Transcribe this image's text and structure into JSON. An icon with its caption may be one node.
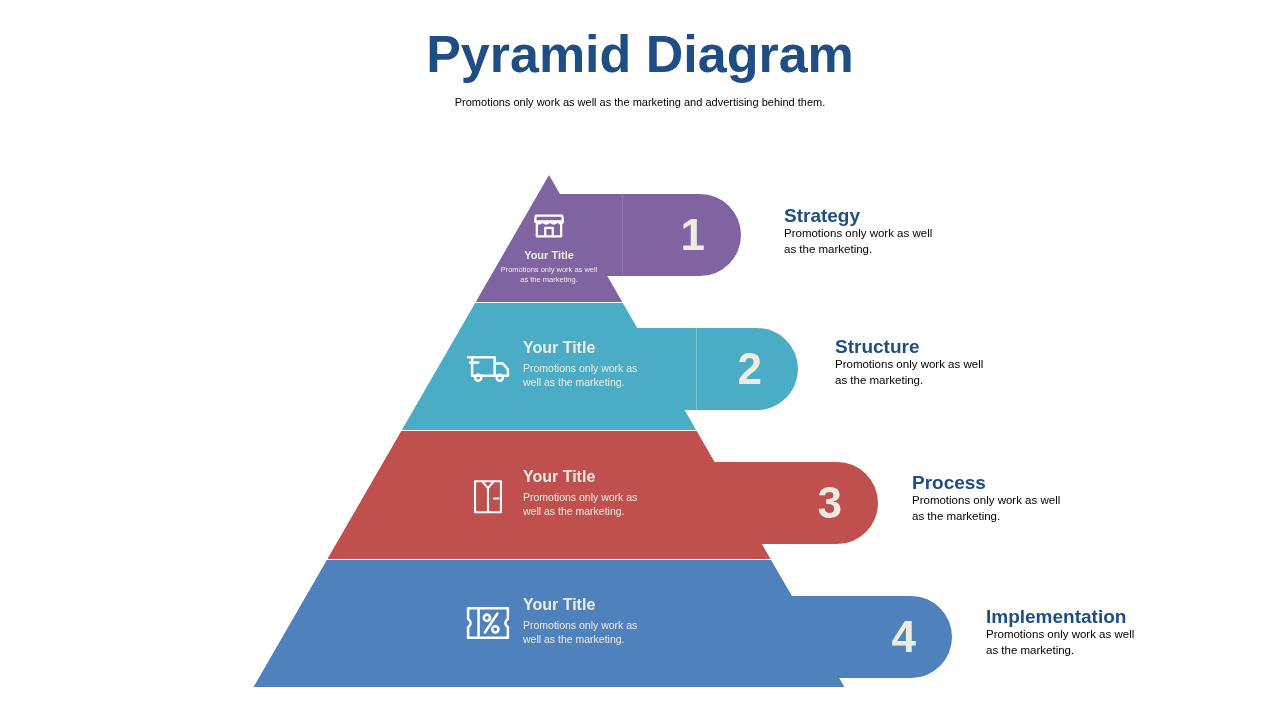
{
  "diagram": {
    "title": "Pyramid Diagram",
    "nodes": [
      {
        "text": [
          "Your Title",
          "Promotions only work as well as the marketing."
        ]
      },
      {
        "text": [
          "Your Title",
          "Promotions only work as well as the marketing."
        ]
      },
      {
        "text": [
          "Your Title",
          "Promotions only work as well as the marketing."
        ]
      },
      {
        "text": [
          "Your Title",
          "Promotions only work as well as the marketing."
        ]
      },
      {
        "text": [
          "1"
        ],
        "beside": [
          "Strategy",
          "Promotions only work as well as the marketing."
        ]
      },
      {
        "text": [
          "2"
        ],
        "beside": [
          "Structure",
          "Promotions only work as well as the marketing."
        ]
      },
      {
        "text": [
          "3"
        ],
        "beside": [
          "Process",
          "Promotions only work as well as the marketing."
        ]
      },
      {
        "text": [
          "4"
        ],
        "beside": [
          "Implementation",
          "Promotions only work as well as the marketing."
        ]
      }
    ],
    "labels": [
      "Promotions only work as well as the marketing and advertising behind them."
    ]
  }
}
